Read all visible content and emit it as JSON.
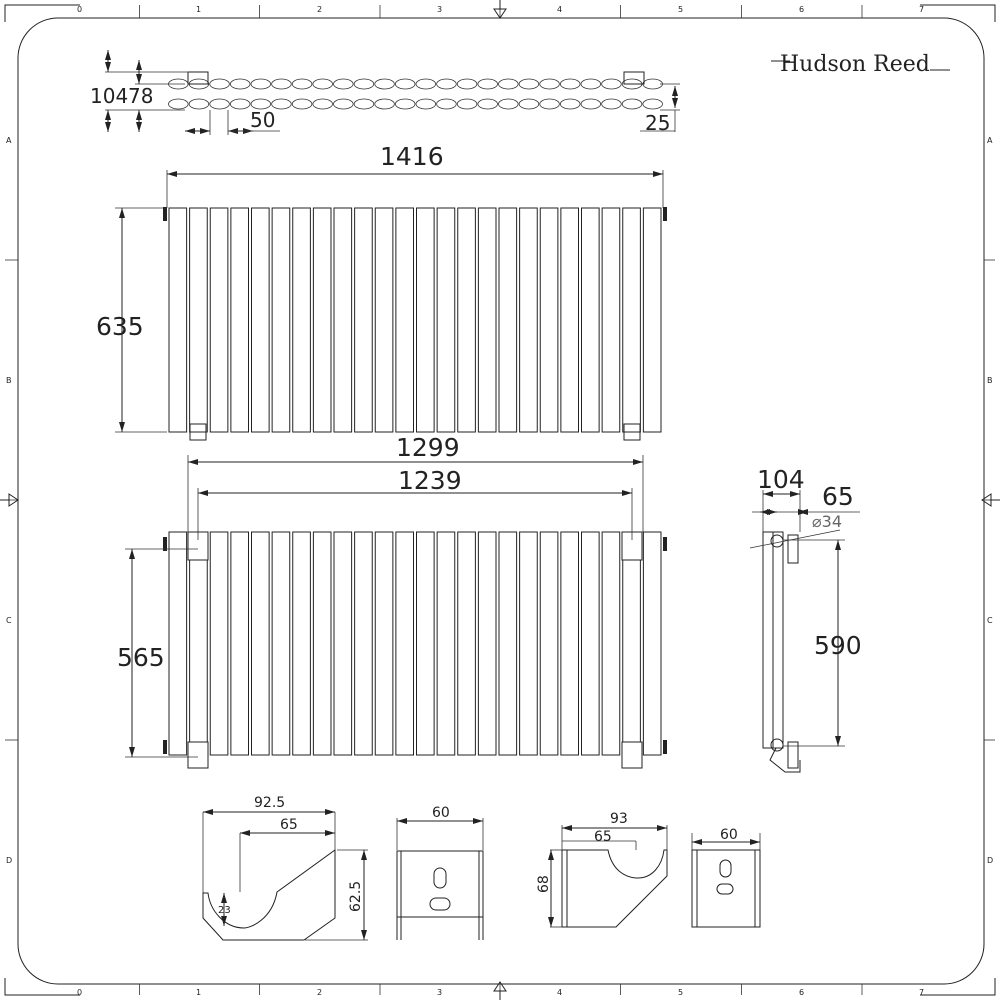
{
  "brand": {
    "logo_text": "Hudson Reed"
  },
  "border": {
    "columns": [
      "0",
      "1",
      "2",
      "3",
      "4",
      "5",
      "6",
      "7"
    ],
    "rows": [
      "A",
      "B",
      "C",
      "D"
    ]
  },
  "plan_view": {
    "depth_total": "104",
    "depth_inner": "78",
    "tube_pitch": "50",
    "offset": "25"
  },
  "front_view": {
    "width": "1416",
    "height": "635",
    "tube_count": 24
  },
  "rear_view": {
    "bracket_width": "1299",
    "bracket_centres": "1239",
    "bracket_height": "565"
  },
  "side_view": {
    "depth": "104",
    "offset": "65",
    "pipe_diameter": "⌀34",
    "pipe_centres": "590"
  },
  "bracket_1_side": {
    "width": "92.5",
    "inner": "65",
    "radius": "23",
    "height": "62.5"
  },
  "bracket_1_front": {
    "width": "60"
  },
  "bracket_2_side": {
    "width": "93",
    "inner": "65",
    "height": "68"
  },
  "bracket_2_front": {
    "width": "60"
  }
}
